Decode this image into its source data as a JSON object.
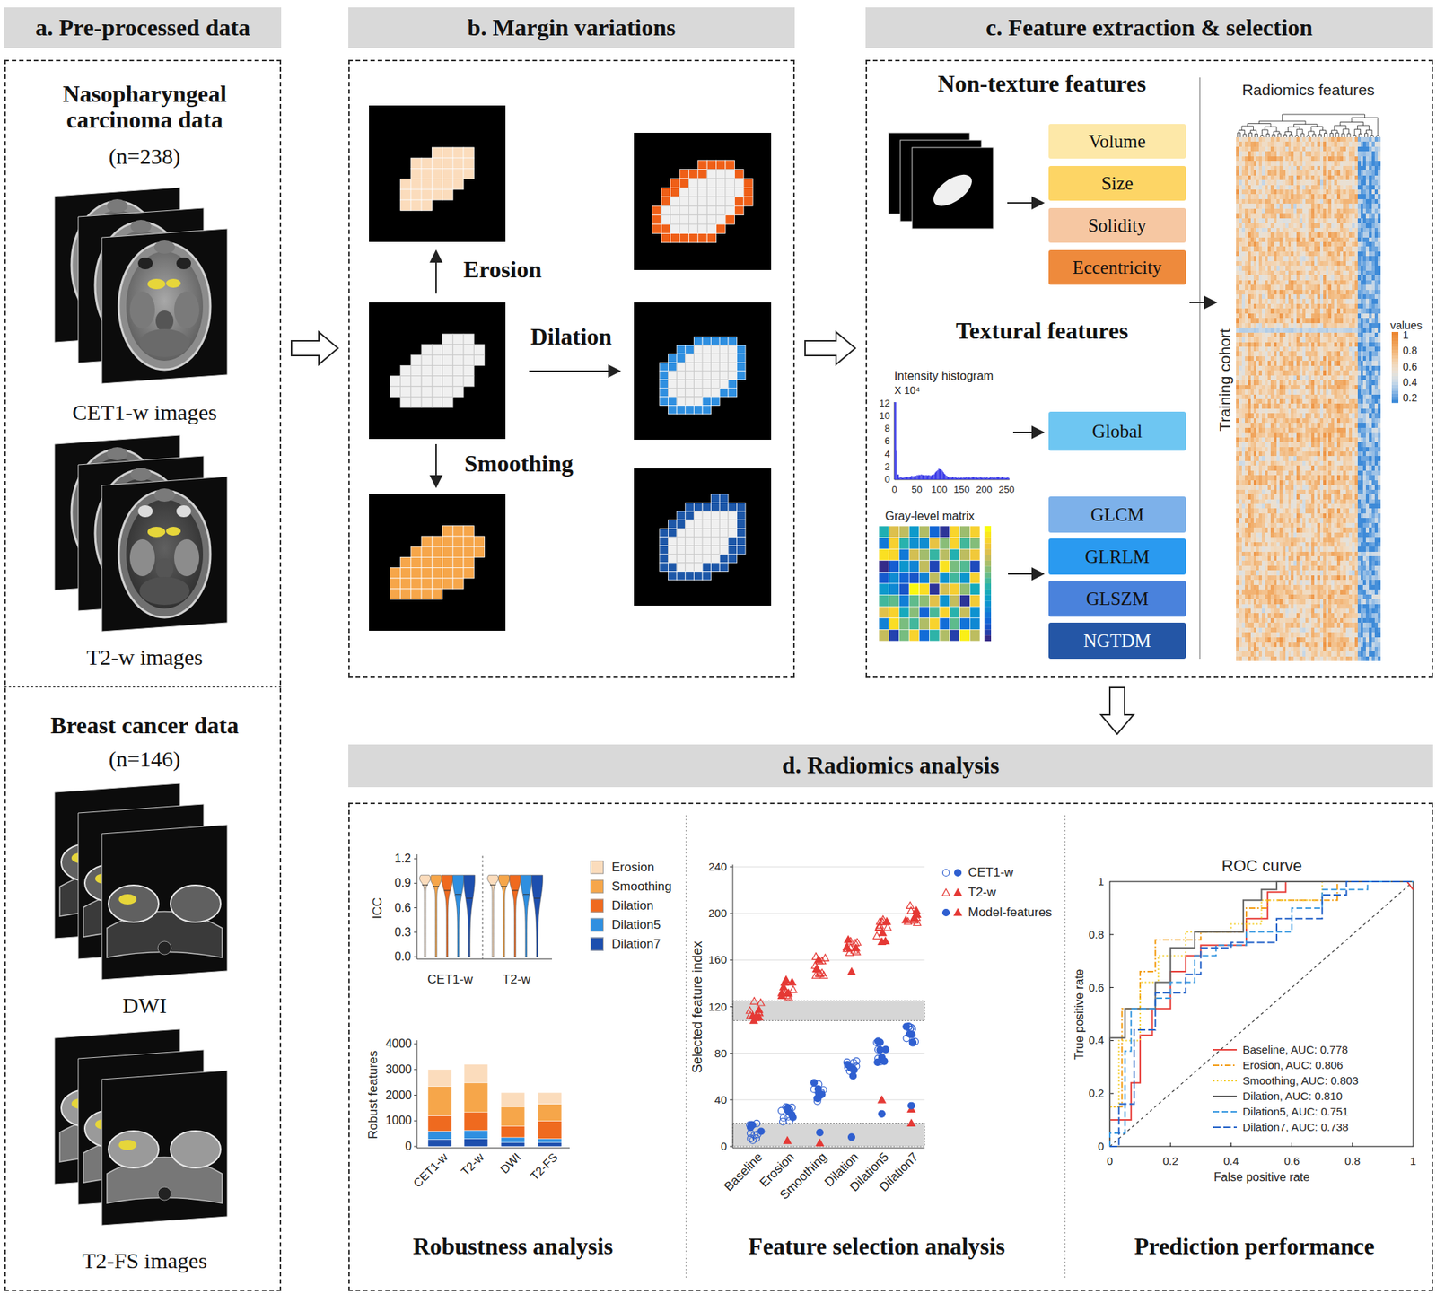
{
  "diagram": {
    "nodes": [
      {
        "text": [
          "a. Pre-processed data"
        ]
      },
      {
        "text": [
          "Nasopharyngeal carcinoma data",
          "(n=238)",
          "CET1-w images",
          "T2-w images",
          "Breast cancer data",
          "(n=146)",
          "DWI",
          "T2-FS images"
        ]
      },
      {
        "text": [
          "b. Margin variations"
        ]
      },
      {
        "text": [
          "Erosion",
          "Dilation",
          "Smoothing"
        ]
      },
      {
        "text": [
          "c. Feature extraction & selection"
        ]
      },
      {
        "text": [
          "Non-texture features",
          "Textural features"
        ]
      },
      {
        "text": [
          "Volume"
        ],
        "in": 5
      },
      {
        "text": [
          "Size"
        ],
        "in": 5
      },
      {
        "text": [
          "Solidity"
        ],
        "in": 5
      },
      {
        "text": [
          "Eccentricity"
        ],
        "in": 5
      },
      {
        "text": [
          "Global"
        ],
        "in": 5
      },
      {
        "text": [
          "GLCM"
        ],
        "in": 5
      },
      {
        "text": [
          "GLRLM"
        ],
        "in": 5
      },
      {
        "text": [
          "GLSZM"
        ],
        "in": 5
      },
      {
        "text": [
          "NGTDM"
        ],
        "in": 5
      },
      {
        "text": [
          "d. Radiomics analysis"
        ]
      },
      {
        "text": [
          "Robustness analysis",
          "Feature selection analysis",
          "Prediction performance"
        ]
      }
    ],
    "edges": [
      {
        "from": 1,
        "to": 3,
        "arrow": "to"
      },
      {
        "from": 3,
        "to": 5,
        "arrow": "to"
      },
      {
        "from": 5,
        "to": 15,
        "arrow": "to"
      }
    ],
    "labels": [
      "Intensity histogram",
      "X 10⁴",
      "12",
      "10",
      "8",
      "6",
      "4",
      "2",
      "0",
      "0",
      "50",
      "100",
      "150",
      "200",
      "250",
      "Gray-level matrix",
      "Radiomics features",
      "values",
      "1",
      "0.8",
      "0.6",
      "0.4",
      "0.2",
      "Training cohort",
      "1.2",
      "0.9",
      "0.6",
      "0.3",
      "0.0",
      "ICC",
      "CET1-w",
      "T2-w",
      "4000",
      "3000",
      "2000",
      "1000",
      "0",
      "Robust features",
      "CET1-w",
      "T2-w",
      "DWI",
      "T2-FS",
      "240",
      "200",
      "160",
      "120",
      "80",
      "40",
      "0",
      "Selected feature index",
      "Baseline",
      "Erosion",
      "Smoothing",
      "Dilation",
      "Dilation5",
      "Dilation7",
      "ROC curve",
      "1",
      "0.8",
      "0.6",
      "0.4",
      "0.2",
      "0",
      "0",
      "0.2",
      "0.4",
      "0.6",
      "0.8",
      "1",
      "True positive rate",
      "False positive rate"
    ],
    "legend": [
      {
        "text": "Erosion",
        "color": "#fbdcbc"
      },
      {
        "text": "Smoothing",
        "color": "#f6a64a"
      },
      {
        "text": "Dilation",
        "color": "#ef6a1f"
      },
      {
        "text": "Dilation5",
        "color": "#2f8fe0"
      },
      {
        "text": "Dilation7",
        "color": "#1d4fae"
      },
      {
        "text": "CET1-w"
      },
      {
        "text": "T2-w"
      },
      {
        "text": "Model-features"
      },
      {
        "text": "Baseline, AUC: 0.778"
      },
      {
        "text": "Erosion, AUC: 0.806"
      },
      {
        "text": "Smoothing, AUC: 0.803"
      },
      {
        "text": "Dilation, AUC: 0.810"
      },
      {
        "text": "Dilation5, AUC: 0.751"
      },
      {
        "text": "Dilation7, AUC: 0.738"
      }
    ]
  }
}
